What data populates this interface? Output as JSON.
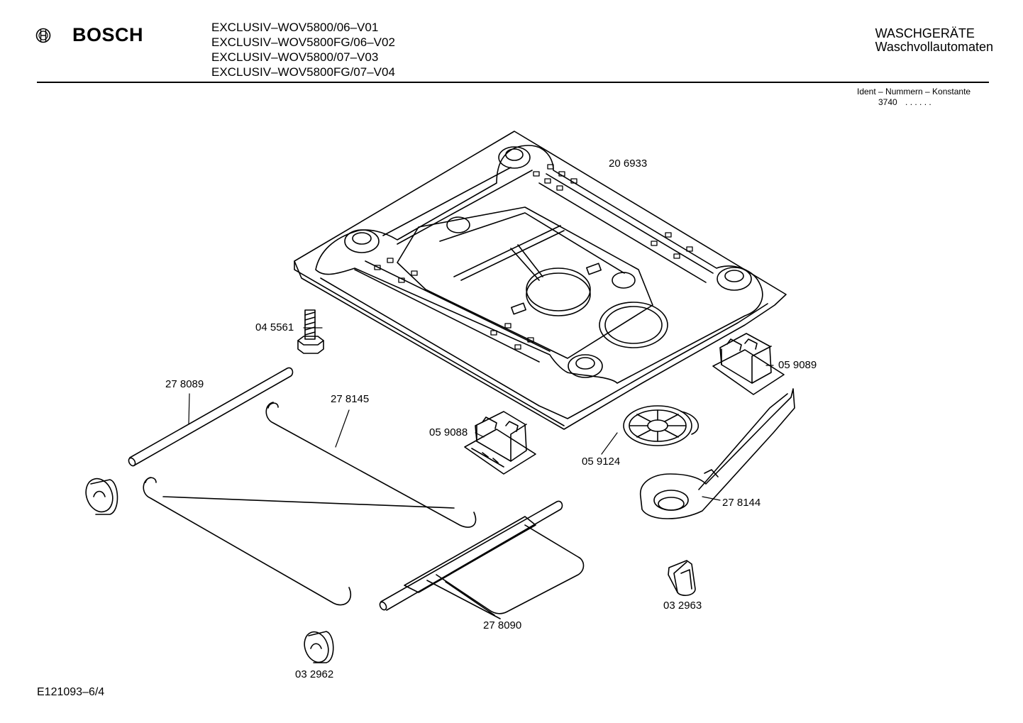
{
  "header": {
    "brand": "BOSCH",
    "models": [
      "EXCLUSIV–WOV5800/06–V01",
      "EXCLUSIV–WOV5800FG/06–V02",
      "EXCLUSIV–WOV5800/07–V03",
      "EXCLUSIV–WOV5800FG/07–V04"
    ],
    "category": "WASCHGERÄTE",
    "subcategory": "Waschvollautomaten",
    "ident_label": "Ident – Nummern – Konstante",
    "ident_value": "3740",
    "ident_dots": ". .   . . . ."
  },
  "parts": {
    "base_plate": "20 6933",
    "screw": "04 5561",
    "rod_left": "27 8089",
    "rod_bent": "27 8145",
    "clip_left": "05 9088",
    "clip_right": "05 9089",
    "fan_cover": "05 9124",
    "lever": "27 8144",
    "bracket": "27 8090",
    "cap_small": "03 2963",
    "foot_lower": "03 2962"
  },
  "footer": {
    "code": "E121093–6/4"
  },
  "icons": {
    "logo": "bosch-armature-icon"
  }
}
